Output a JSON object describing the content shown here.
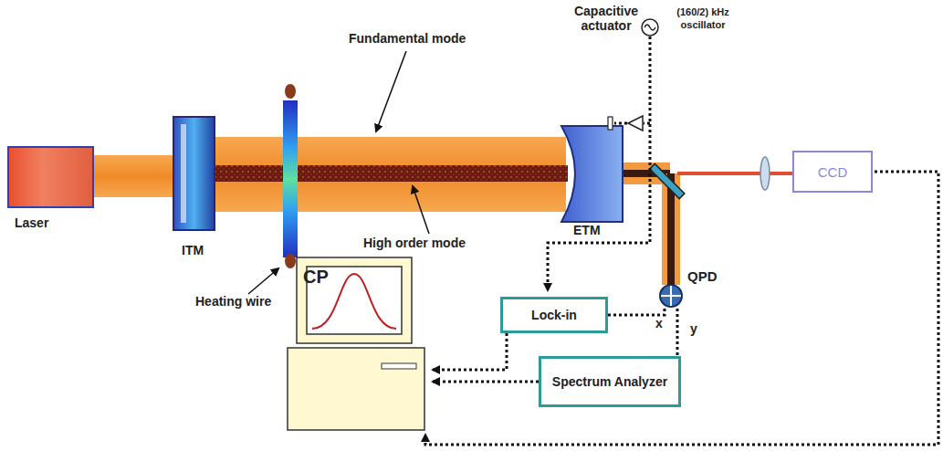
{
  "diagram": {
    "nodes": [
      {
        "text": [
          "Laser"
        ]
      },
      {
        "text": [
          "CCD"
        ]
      },
      {
        "text": [
          "Lock-in"
        ]
      },
      {
        "text": [
          "QPD"
        ]
      },
      {
        "text": [
          "Spectrum Analyzer"
        ]
      }
    ],
    "edges": [
      {
        "from": 3,
        "to": 2,
        "arrow": "none"
      },
      {
        "from": 3,
        "to": 4,
        "arrow": "none"
      }
    ],
    "labels": [
      "Fundamental mode",
      "High order mode",
      "Capacitive actuator",
      "(160/2) kHz oscillator",
      "ITM",
      "ETM",
      "Heating wire",
      "CP",
      "x",
      "y"
    ]
  }
}
